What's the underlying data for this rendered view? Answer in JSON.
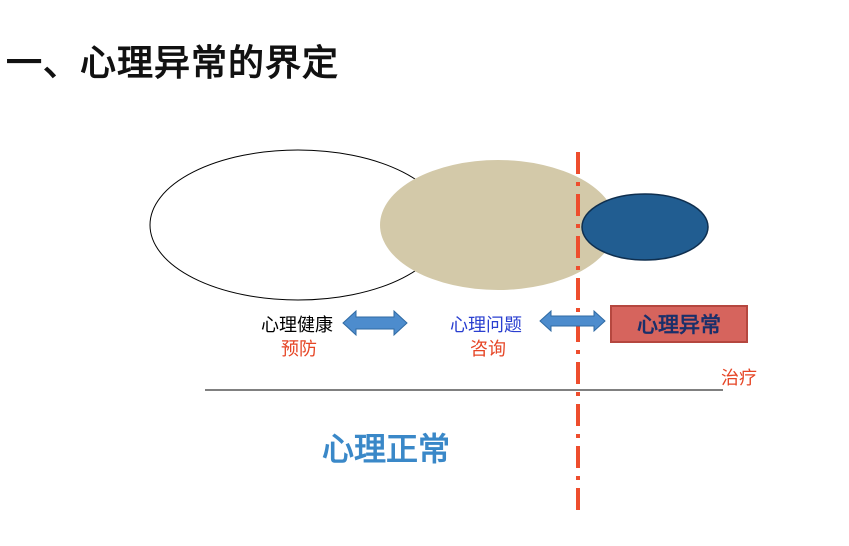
{
  "title": "一、心理异常的界定",
  "labels": {
    "health": "心理健康",
    "prevention": "预防",
    "problem": "心理问题",
    "counseling": "咨询",
    "abnormal": "心理异常",
    "treatment": "治疗",
    "normal": "心理正常"
  },
  "colors": {
    "health_ellipse_fill": "#ffffff",
    "problem_ellipse_fill": "#d3c9a9",
    "abnormal_ellipse_fill": "#215d91",
    "arrow_fill": "#4d8ccd",
    "divider_line": "#ee4d2d",
    "label_black": "#000000",
    "label_blue": "#2a3fd0",
    "label_red": "#e64626",
    "abnormal_box_fill": "#d6645d",
    "normal_label": "#3a88c8"
  }
}
